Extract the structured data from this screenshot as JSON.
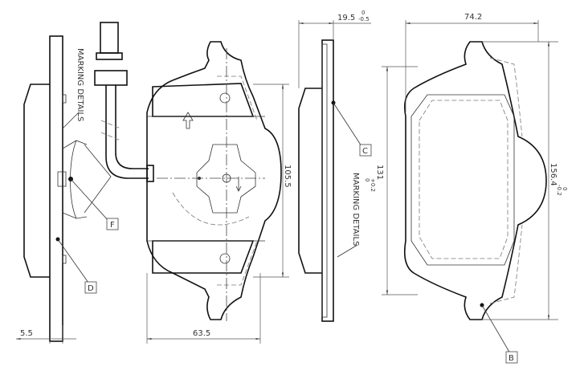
{
  "dimensions": {
    "thickness_backing": "5.5",
    "pad_width_front": "63.5",
    "pad_height_front": "105.5",
    "total_thickness": "19.5",
    "total_thickness_tol_upper": "0",
    "total_thickness_tol_lower": "-0.5",
    "pad_width_back": "74.2",
    "pad_height_inner": "131",
    "pad_height_inner_tol_upper": "+0.2",
    "pad_height_inner_tol_lower": "0",
    "pad_height_outer": "156.4",
    "pad_height_outer_tol_upper": "0",
    "pad_height_outer_tol_lower": "-0.2"
  },
  "annotations": {
    "marking_left": "MARKING DETAILS",
    "marking_right": "MARKING DETAILS"
  },
  "callouts": {
    "c": "C",
    "f": "F",
    "d": "D",
    "b": "B"
  }
}
